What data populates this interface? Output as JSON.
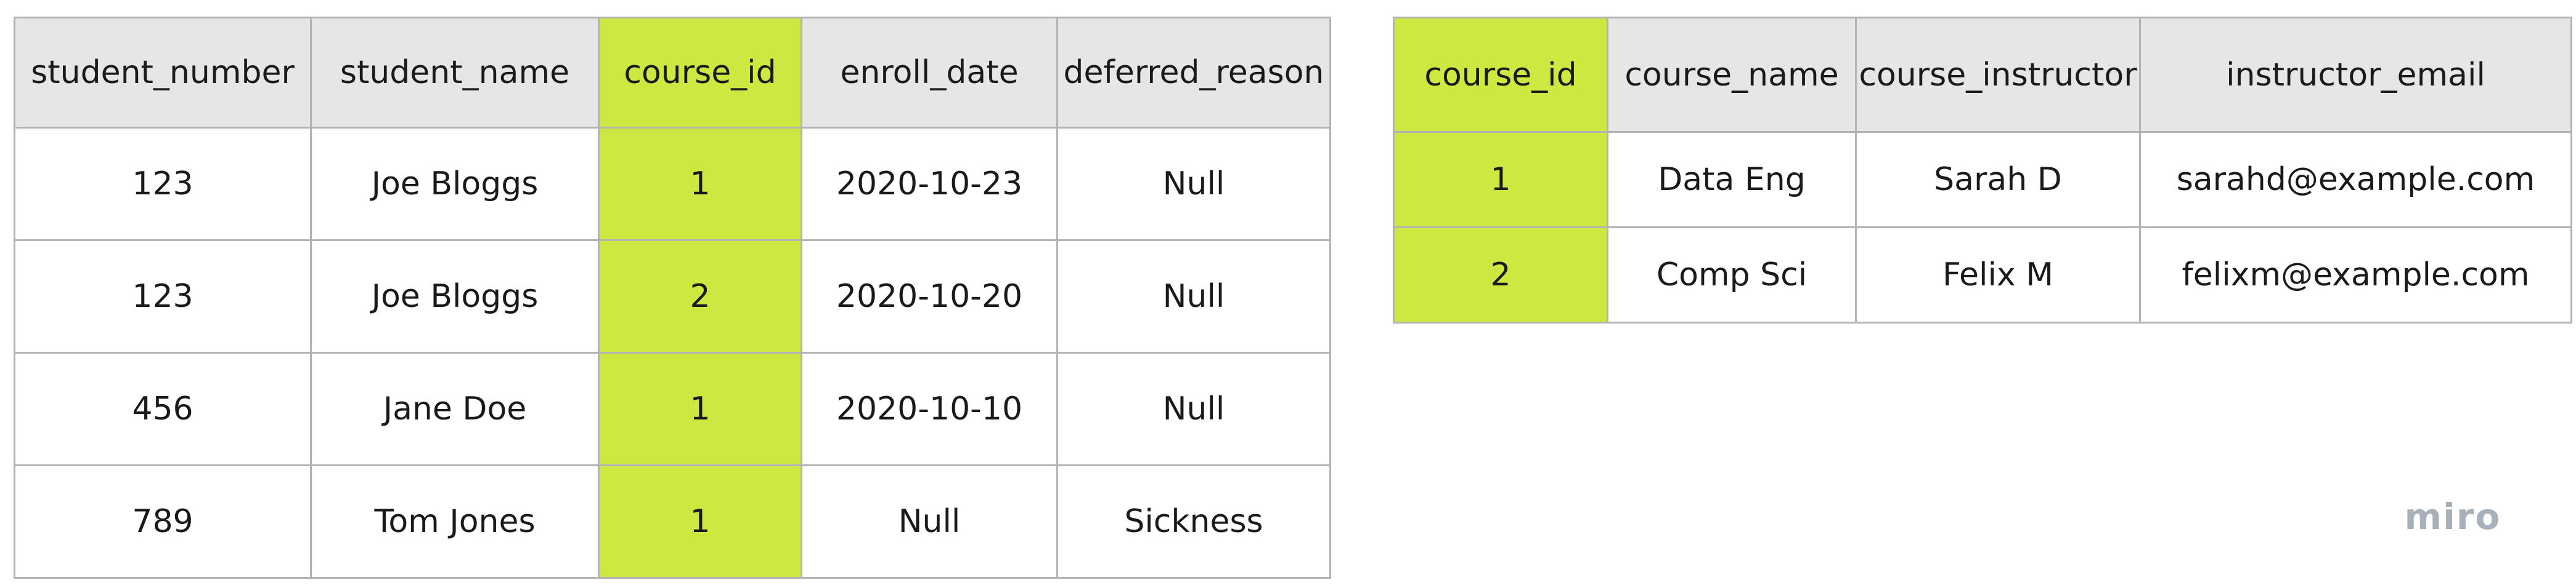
{
  "enrollments": {
    "columns": [
      "student_number",
      "student_name",
      "course_id",
      "enroll_date",
      "deferred_reason"
    ],
    "highlight_column": "course_id",
    "rows": [
      [
        "123",
        "Joe Bloggs",
        "1",
        "2020-10-23",
        "Null"
      ],
      [
        "123",
        "Joe Bloggs",
        "2",
        "2020-10-20",
        "Null"
      ],
      [
        "456",
        "Jane Doe",
        "1",
        "2020-10-10",
        "Null"
      ],
      [
        "789",
        "Tom Jones",
        "1",
        "Null",
        "Sickness"
      ]
    ]
  },
  "courses": {
    "columns": [
      "course_id",
      "course_name",
      "course_instructor",
      "instructor_email"
    ],
    "highlight_column": "course_id",
    "rows": [
      [
        "1",
        "Data Eng",
        "Sarah D",
        "sarahd@example.com"
      ],
      [
        "2",
        "Comp Sci",
        "Felix M",
        "felixm@example.com"
      ]
    ]
  },
  "logo": {
    "text": "miro"
  },
  "colors": {
    "highlight": "#cee842",
    "header_bg": "#e6e6e6",
    "border": "#b3b3b3",
    "logo": "#a8b0ba"
  }
}
